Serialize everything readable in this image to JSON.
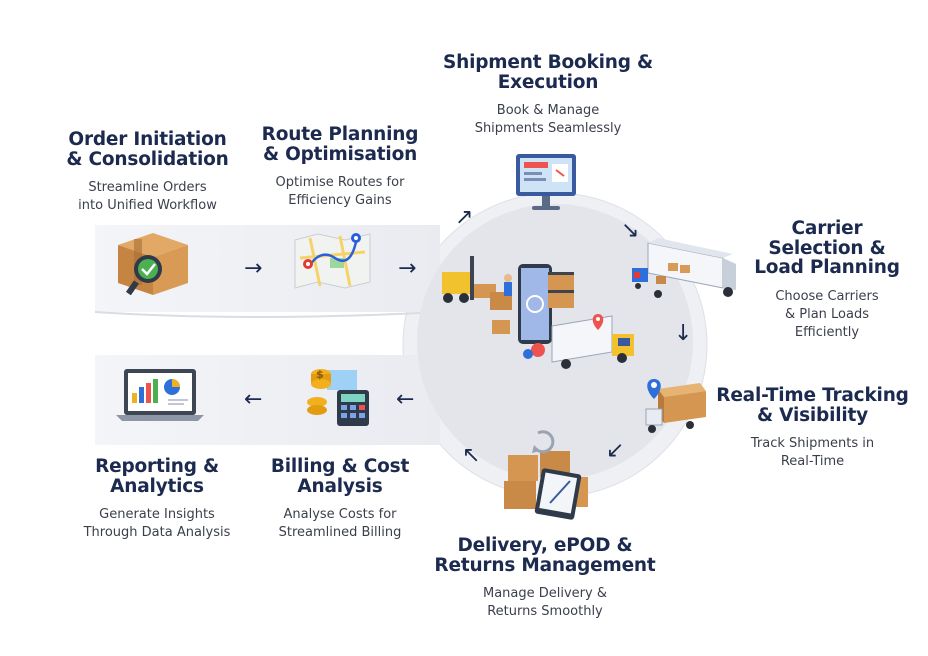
{
  "stages": [
    {
      "id": "order-initiation",
      "title": [
        "Order Initiation",
        "& Consolidation"
      ],
      "desc": [
        "Streamline Orders",
        "into Unified Workflow"
      ],
      "icon": "package-checkmark-icon"
    },
    {
      "id": "route-planning",
      "title": [
        "Route Planning",
        "& Optimisation"
      ],
      "desc": [
        "Optimise Routes for",
        "Efficiency Gains"
      ],
      "icon": "route-map-icon"
    },
    {
      "id": "shipment-booking",
      "title": [
        "Shipment Booking &",
        "Execution"
      ],
      "desc": [
        "Book & Manage",
        "Shipments Seamlessly"
      ],
      "icon": "monitor-booking-icon"
    },
    {
      "id": "carrier-selection",
      "title": [
        "Carrier",
        "Selection &",
        "Load Planning"
      ],
      "desc": [
        "Choose Carriers",
        "& Plan Loads",
        "Efficiently"
      ],
      "icon": "truck-loading-icon"
    },
    {
      "id": "tracking",
      "title": [
        "Real-Time Tracking",
        "& Visibility"
      ],
      "desc": [
        "Track Shipments in",
        "Real-Time"
      ],
      "icon": "truck-location-icon"
    },
    {
      "id": "delivery",
      "title": [
        "Delivery, ePOD &",
        "Returns Management"
      ],
      "desc": [
        "Manage Delivery &",
        "Returns Smoothly"
      ],
      "icon": "boxes-tablet-icon"
    },
    {
      "id": "billing",
      "title": [
        "Billing & Cost",
        "Analysis"
      ],
      "desc": [
        "Analyse Costs for",
        "Streamlined Billing"
      ],
      "icon": "calculator-coins-icon"
    },
    {
      "id": "reporting",
      "title": [
        "Reporting &",
        "Analytics"
      ],
      "desc": [
        "Generate Insights",
        "Through Data Analysis"
      ],
      "icon": "laptop-analytics-icon"
    }
  ],
  "center_icon": "warehouse-logistics-icon",
  "colors": {
    "heading": "#1b2a4e",
    "text": "#3a3f4a",
    "track": "#eceef3",
    "accent": "#f28c28"
  }
}
